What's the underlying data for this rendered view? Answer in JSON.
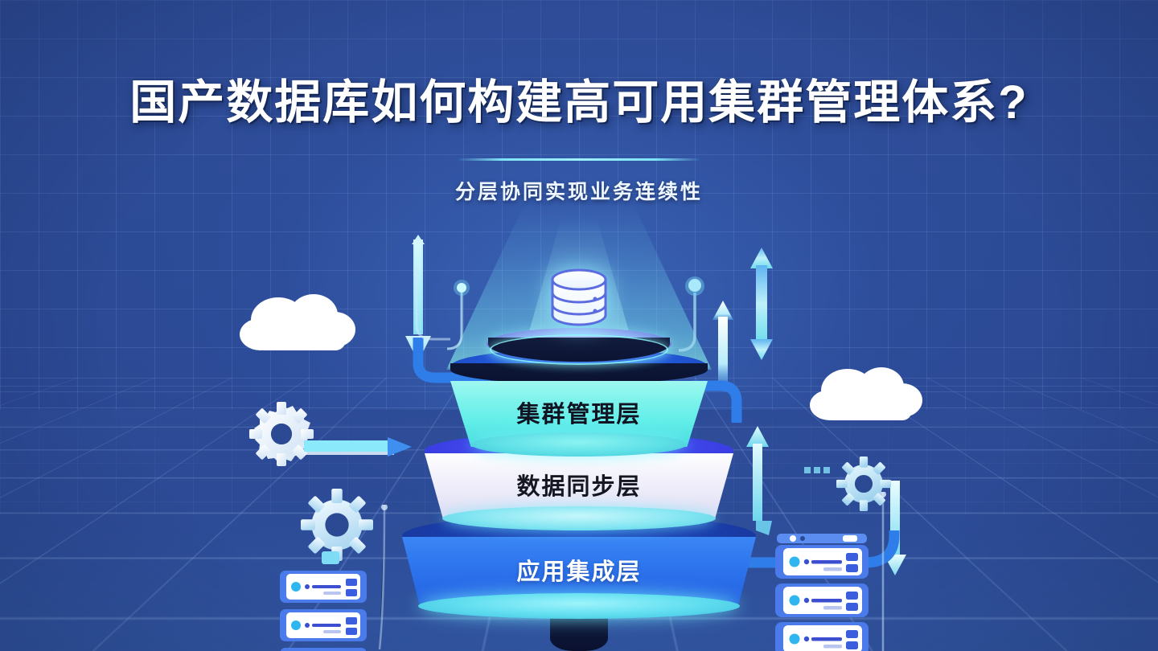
{
  "header": {
    "title": "国产数据库如何构建高可用集群管理体系?",
    "subtitle": "分层协同实现业务连续性"
  },
  "diagram": {
    "center_icon": "database-cylinder-icon",
    "layers": [
      {
        "id": "cluster-management",
        "label": "集群管理层",
        "color": "#6ceee9",
        "text_color": "#101321"
      },
      {
        "id": "data-sync",
        "label": "数据同步层",
        "color": "#f0effa",
        "text_color": "#141722"
      },
      {
        "id": "app-integration",
        "label": "应用集成层",
        "color": "#3079ef",
        "text_color": "#ffffff"
      }
    ],
    "decorations": [
      {
        "name": "cloud-icon",
        "side": "left"
      },
      {
        "name": "cloud-icon",
        "side": "right"
      },
      {
        "name": "gear-icon",
        "side": "left-upper"
      },
      {
        "name": "gear-icon",
        "side": "left-lower"
      },
      {
        "name": "gear-icon",
        "side": "right"
      },
      {
        "name": "server-rack-icon",
        "side": "left"
      },
      {
        "name": "server-rack-icon",
        "side": "right"
      },
      {
        "name": "node-pin-icon",
        "side": "left"
      },
      {
        "name": "node-pin-icon",
        "side": "right"
      },
      {
        "name": "down-arrow-icon",
        "side": "left"
      },
      {
        "name": "up-arrow-icon",
        "side": "right"
      },
      {
        "name": "double-arrow-icon",
        "side": "right"
      }
    ]
  },
  "palette": {
    "background": "#2c4a94",
    "accent_cyan": "#7fe3f5",
    "accent_blue": "#3079ef",
    "title_color": "#ffffff"
  }
}
